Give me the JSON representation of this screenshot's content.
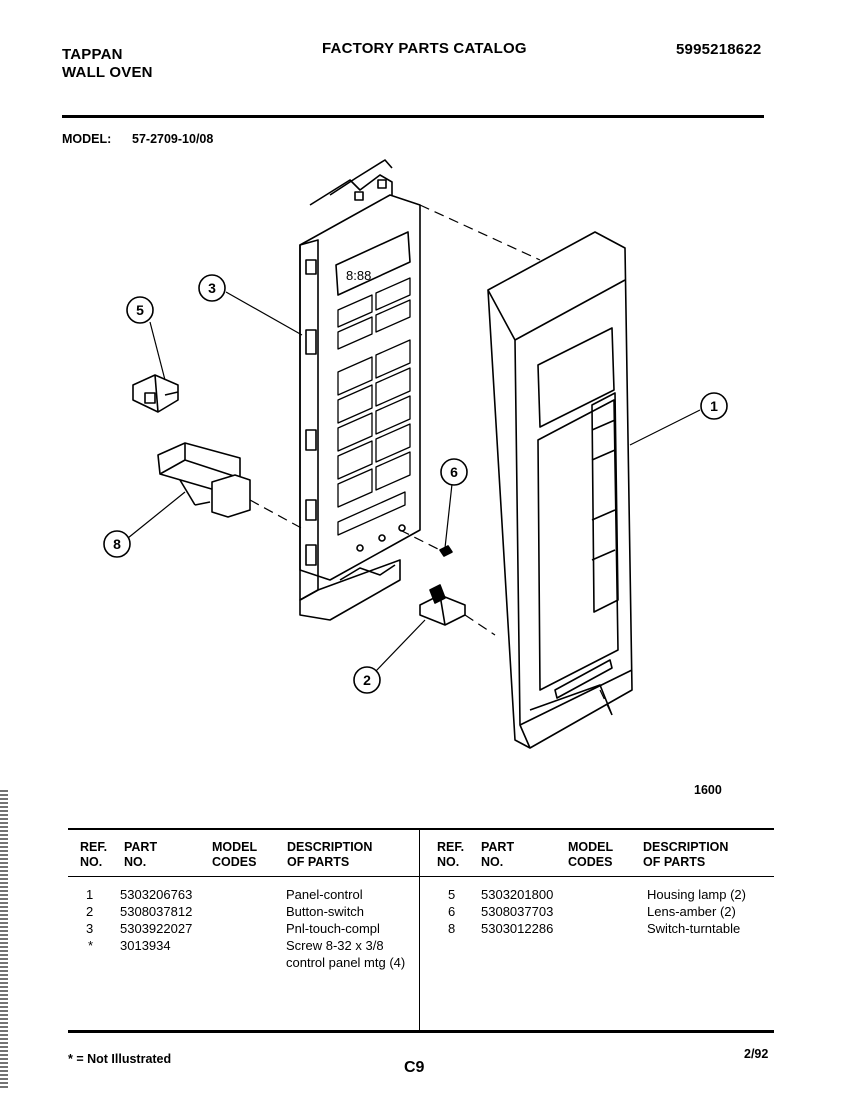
{
  "header": {
    "brand": "TAPPAN",
    "product": "WALL OVEN",
    "title": "FACTORY PARTS CATALOG",
    "catalog_number": "5995218622"
  },
  "model": {
    "label": "MODEL:",
    "value": "57-2709-10/08"
  },
  "diagram": {
    "callouts": [
      "1",
      "2",
      "3",
      "5",
      "6",
      "8"
    ],
    "figure_code": "1600"
  },
  "table": {
    "headers": {
      "ref": [
        "REF.",
        "NO."
      ],
      "part": [
        "PART",
        "NO."
      ],
      "model": [
        "MODEL",
        "CODES"
      ],
      "desc": [
        "DESCRIPTION",
        "OF PARTS"
      ]
    },
    "left_rows": [
      {
        "ref": "1",
        "part": "5303206763",
        "model": "",
        "desc": "Panel-control"
      },
      {
        "ref": "2",
        "part": "5308037812",
        "model": "",
        "desc": "Button-switch"
      },
      {
        "ref": "3",
        "part": "5303922027",
        "model": "",
        "desc": "Pnl-touch-compl"
      },
      {
        "ref": "*",
        "part": "3013934",
        "model": "",
        "desc": "Screw 8-32 x 3/8"
      },
      {
        "ref": "",
        "part": "",
        "model": "",
        "desc": "control panel mtg (4)"
      }
    ],
    "right_rows": [
      {
        "ref": "5",
        "part": "5303201800",
        "model": "",
        "desc": "Housing lamp (2)"
      },
      {
        "ref": "6",
        "part": "5308037703",
        "model": "",
        "desc": "Lens-amber (2)"
      },
      {
        "ref": "8",
        "part": "5303012286",
        "model": "",
        "desc": "Switch-turntable"
      }
    ]
  },
  "footer": {
    "note": "* = Not Illustrated",
    "page": "C9",
    "date": "2/92"
  }
}
